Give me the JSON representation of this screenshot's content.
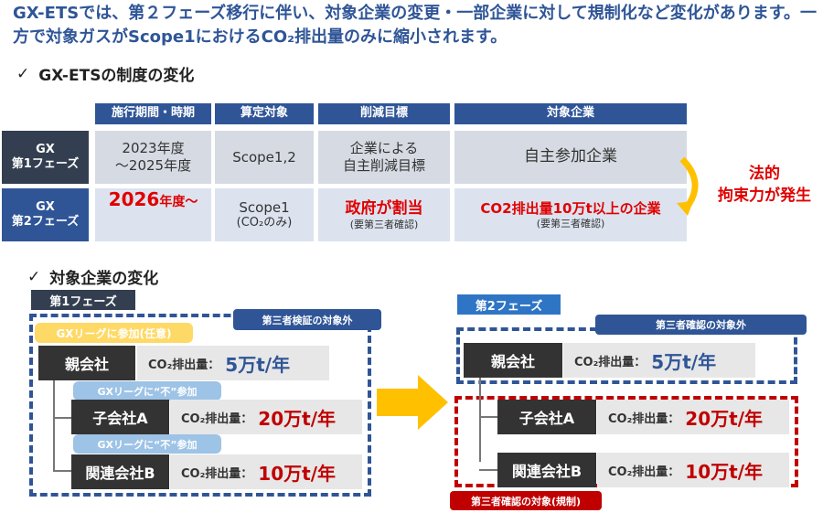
{
  "title": "GX-ETSでは、第２フェーズ移行に伴い、対象企業の変更・一部企業に対して規制化など変化があります。一方で対象ガスがScope1におけるCO₂排出量のみに縮小されます。",
  "section1": {
    "check": "✓",
    "heading": "GX-ETSの制度の変化"
  },
  "table": {
    "headers": [
      "施行期間・時期",
      "算定対象",
      "削減目標",
      "対象企業"
    ],
    "rows": [
      {
        "label1": "GX",
        "label2": "第1フェーズ",
        "period": "2023年度\n～2025年度",
        "period_a": "2023年度",
        "period_b": "～2025年度",
        "scope": "Scope1,2",
        "target_a": "企業による",
        "target_b": "自主削減目標",
        "company": "自主参加企業"
      },
      {
        "label1": "GX",
        "label2": "第2フェーズ",
        "period_num": "2026",
        "period_suffix": "年度～",
        "scope": "Scope1",
        "scope_note": "(CO₂のみ)",
        "target": "政府が割当",
        "target_note": "(要第三者確認)",
        "company": "CO2排出量10万t以上の企業",
        "company_note": "(要第三者確認)"
      }
    ]
  },
  "legal": {
    "line1": "法的",
    "line2": "拘束力が発生"
  },
  "section2": {
    "check": "✓",
    "heading": "対象企業の変化"
  },
  "phase1": {
    "label": "第1フェーズ",
    "outside_tag": "第三者検証の対象外",
    "parent": {
      "name": "親会社",
      "bubble": "GXリーグに参加(任意)",
      "emission_label": "CO₂排出量：",
      "emission": "5万t/年"
    },
    "sub_a": {
      "name": "子会社A",
      "bubble": "GXリーグに“不”参加",
      "emission_label": "CO₂排出量：",
      "emission": "20万t/年"
    },
    "sub_b": {
      "name": "関連会社B",
      "bubble": "GXリーグに“不”参加",
      "emission_label": "CO₂排出量：",
      "emission": "10万t/年"
    }
  },
  "phase2": {
    "label": "第2フェーズ",
    "outside_tag": "第三者確認の対象外",
    "target_tag": "第三者確認の対象(規制)",
    "parent": {
      "name": "親会社",
      "emission_label": "CO₂排出量：",
      "emission": "5万t/年"
    },
    "sub_a": {
      "name": "子会社A",
      "emission_label": "CO₂排出量：",
      "emission": "20万t/年"
    },
    "sub_b": {
      "name": "関連会社B",
      "emission_label": "CO₂排出量：",
      "emission": "10万t/年"
    }
  },
  "colors": {
    "navy": "#2f5597",
    "dark": "#333f50",
    "red": "#c00000",
    "yellow": "#ffc000"
  }
}
